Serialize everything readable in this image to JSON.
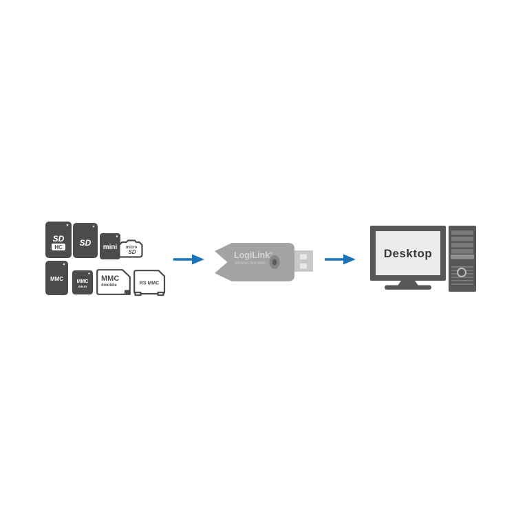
{
  "diagram": {
    "cards": {
      "sdhc": {
        "logo": "SD",
        "badge": "HC"
      },
      "sd": {
        "logo": "SD"
      },
      "minisd": {
        "label": "mini"
      },
      "microsd": {
        "line1": "micro",
        "line2": "SD"
      },
      "mmc": {
        "label": "MMC"
      },
      "mmcmicro": {
        "line1": "MMC",
        "line2": "micro"
      },
      "mmcmobile": {
        "line1": "MMC",
        "line2": "4mobile"
      },
      "rsmmc": {
        "label": "RS MMC"
      }
    },
    "reader": {
      "brand": "LogiLink",
      "reg": "®",
      "subtitle": "SD/MMC/RS-MMC"
    },
    "computer": {
      "label": "Desktop"
    },
    "colors": {
      "card_dark": "#4b4b4b",
      "reader_gray": "#a3a3a2",
      "usb_gray": "#c8c8c7",
      "arrow_blue": "#1b74b9",
      "pc_dark": "#575756",
      "screen_gray": "#ececec"
    }
  }
}
